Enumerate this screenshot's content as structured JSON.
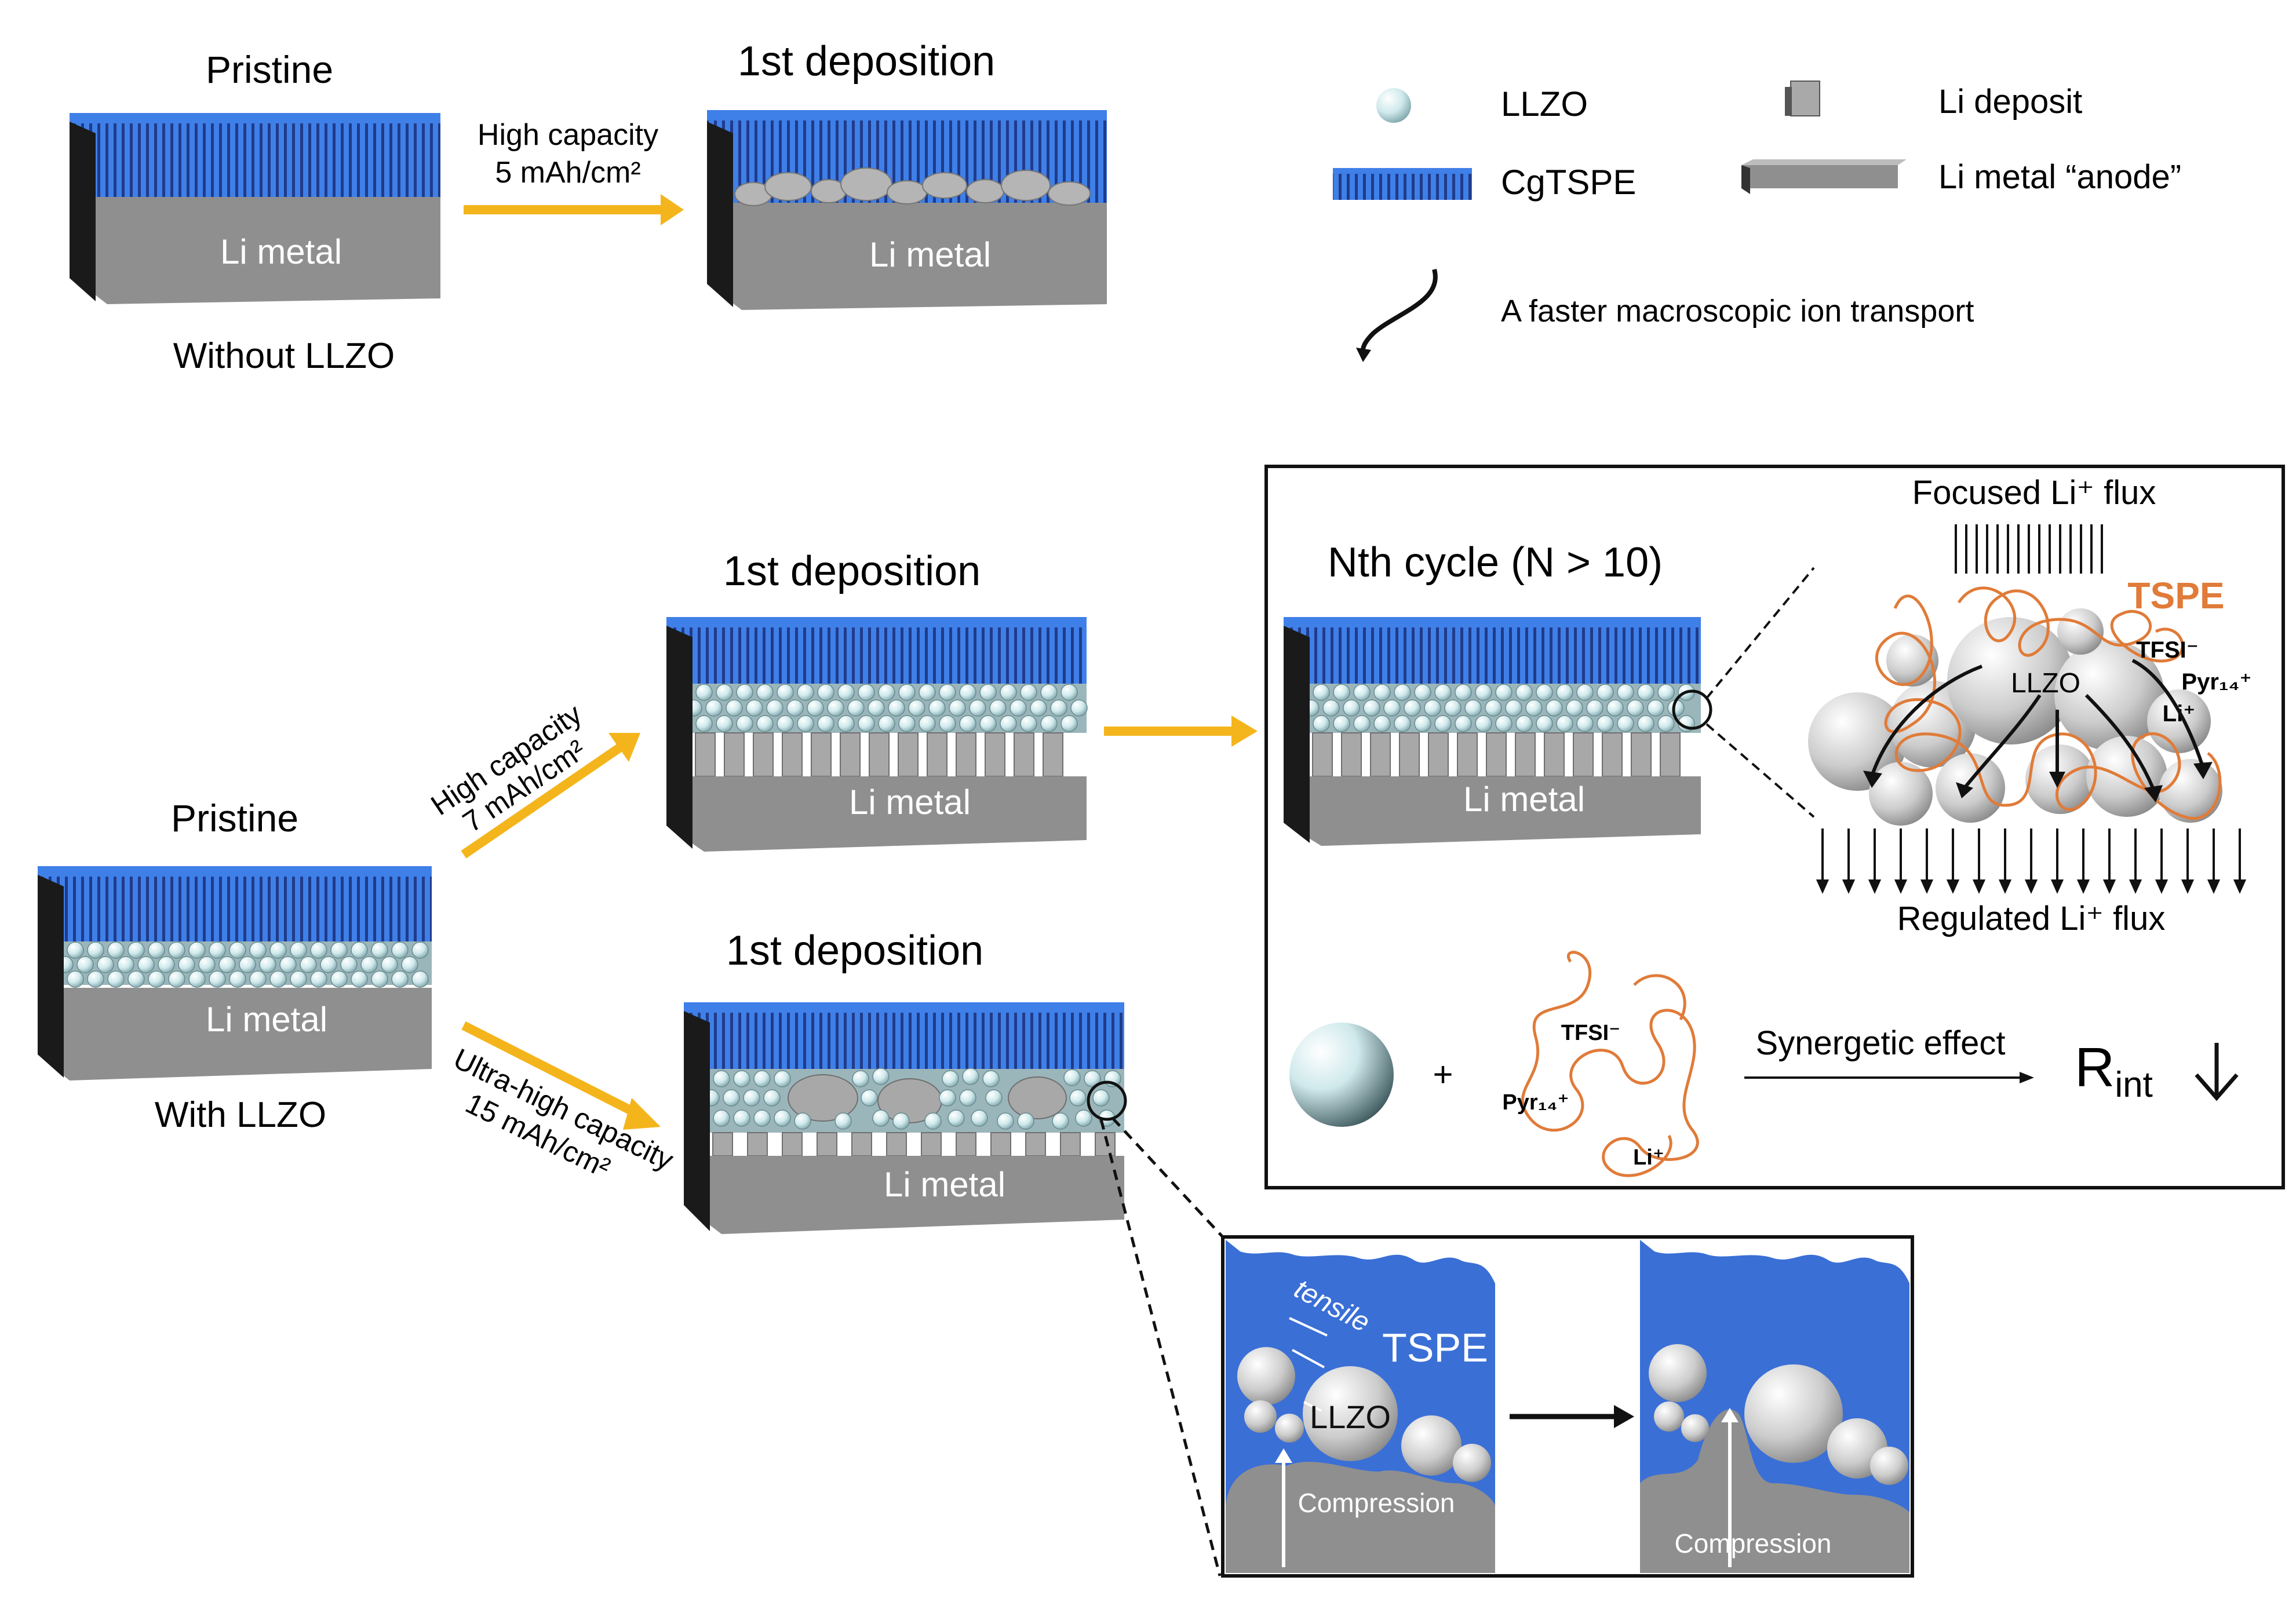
{
  "colors": {
    "spe_blue": "#3f7fe8",
    "spe_stripe": "#1f3b8a",
    "li_metal": "#8f8f8f",
    "li_metal_side": "#1a1a1a",
    "arrow_yellow": "#f4b51c",
    "llzo": "#cfe9ec",
    "tspe_orange": "#e07b39",
    "panel_blue": "#3a6fd6"
  },
  "top": {
    "pristine_title": "Pristine",
    "li_metal_label": "Li metal",
    "without_llzo": "Without LLZO",
    "arrow_line1": "High capacity",
    "arrow_line2": "5 mAh/cm²",
    "deposition_title": "1st deposition"
  },
  "legend": {
    "llzo": "LLZO",
    "cgtspe": "CgTSPE",
    "li_deposit": "Li deposit",
    "li_anode": "Li metal “anode”",
    "transport": "A faster macroscopic ion transport"
  },
  "bottom": {
    "pristine_title": "Pristine",
    "with_llzo": "With LLZO",
    "li_metal_label": "Li metal",
    "arrow_high_line1": "High capacity",
    "arrow_high_line2": "7 mAh/cm²",
    "arrow_ultra_line1": "Ultra-high capacity",
    "arrow_ultra_line2": "15 mAh/cm²",
    "deposition_title_upper": "1st deposition",
    "deposition_title_lower": "1st deposition"
  },
  "nth_panel": {
    "title": "Nth cycle (N > 10)",
    "li_metal_label": "Li metal",
    "focused_flux": "Focused Li⁺ flux",
    "tspe": "TSPE",
    "tfsi": "TFSI⁻",
    "pyr": "Pyr₁₄⁺",
    "li_plus": "Li⁺",
    "llzo": "LLZO",
    "regulated_flux": "Regulated Li⁺ flux",
    "plus": "+",
    "synergetic": "Synergetic effect",
    "rint_base": "R",
    "rint_sub": "int"
  },
  "zoom_panel": {
    "tensile": "tensile",
    "tspe": "TSPE",
    "llzo": "LLZO",
    "compression_left": "Compression",
    "compression_right": "Compression"
  }
}
